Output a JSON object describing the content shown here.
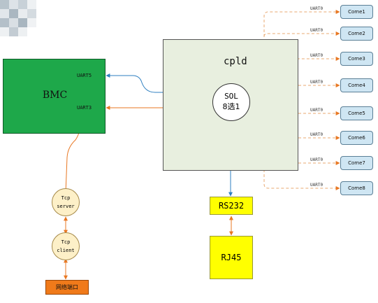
{
  "bmc": {
    "title": "BMC",
    "uart5": "UART5",
    "uart3": "UART3"
  },
  "cpld": {
    "title": "cpld",
    "sol_line1": "SOL",
    "sol_line2": "8选1"
  },
  "uart0_label": "UART0",
  "come_modules": [
    "Come1",
    "Come2",
    "Come3",
    "Come4",
    "Come5",
    "Come6",
    "Come7",
    "Come8"
  ],
  "rs232": "RS232",
  "rj45": "RJ45",
  "tcp_server": [
    "Tcp",
    "server"
  ],
  "tcp_client": [
    "Tcp",
    "client"
  ],
  "net_port": "网络端口",
  "colors": {
    "orange_arrow": "#e87722",
    "blue_arrow": "#2e7fc0",
    "bmc_fill": "#1ea84a",
    "cpld_fill": "#e8efdf",
    "yellow": "#ffff00",
    "come_fill": "#cfe6f3"
  }
}
